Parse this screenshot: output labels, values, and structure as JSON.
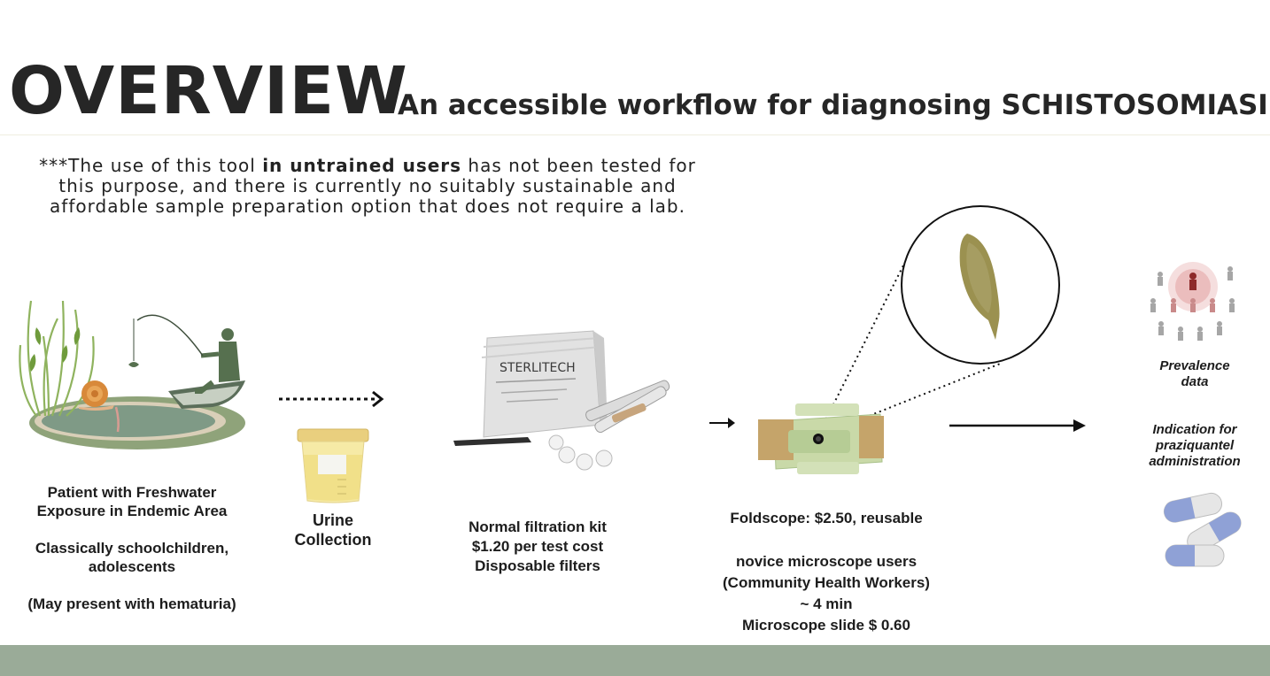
{
  "header": {
    "title": "OVERVIEW",
    "subtitle": "An accessible workflow for diagnosing SCHISTOSOMIASIS"
  },
  "disclaimer": {
    "part1": "***The use of this tool ",
    "emphasis": "in untrained users",
    "part2": " has not been tested for this purpose, and there is currently no suitably sustainable and affordable sample preparation option that does not require a lab."
  },
  "steps": {
    "patient": {
      "line1": "Patient with Freshwater",
      "line2": "Exposure in Endemic Area",
      "line3": "Classically schoolchildren,",
      "line4": "adolescents",
      "line5": "(May present with hematuria)"
    },
    "urine": {
      "line1": "Urine",
      "line2": "Collection"
    },
    "filtration": {
      "line1": "Normal filtration kit",
      "line2": "$1.20 per test cost",
      "line3": "Disposable filters",
      "kit_brand": "STERLITECH"
    },
    "foldscope": {
      "line1": "Foldscope: $2.50,  reusable",
      "line2": "novice microscope users",
      "line3": "(Community Health Workers)",
      "line4": "~ 4 min",
      "line5": "Microscope slide $ 0.60"
    },
    "outcome": {
      "prevalence_1": "Prevalence",
      "prevalence_2": "data",
      "indication_1": "Indication for",
      "indication_2": "praziquantel",
      "indication_3": "administration"
    }
  },
  "colors": {
    "footer": "#9aab98",
    "title": "#262626",
    "pill_blue": "#8fa1d6",
    "pill_white": "#e6e6e6",
    "person_gray": "#a6a6a6",
    "person_red": "#c98a8a",
    "person_dark_red": "#8e2a2a"
  }
}
